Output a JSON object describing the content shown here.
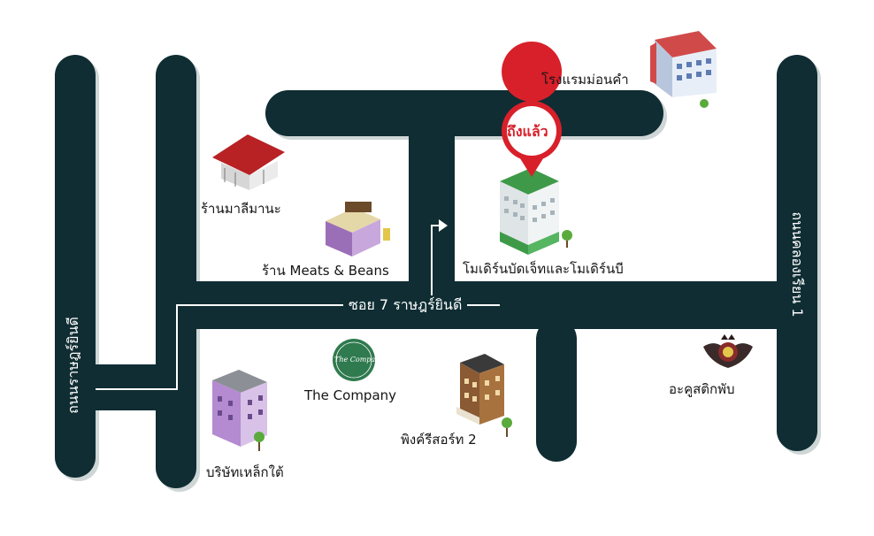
{
  "roads": {
    "soi": "ซอย 7 ราษฎร์ยินดี",
    "left_vertical": "ถนนราษฎร์ยินดี",
    "right_vertical": "ถนนคลองเรียน 1"
  },
  "destination": {
    "pin_label": "ถึงแล้ว",
    "name": "โมเดิร์นบัดเจ็ทและโมเดิร์นบี",
    "pin_color": "#d8202a"
  },
  "landmarks": {
    "hotel": "โรงแรมม่อนคำ",
    "malimana": "ร้านมาลีมานะ",
    "meats_beans": "ร้าน Meats & Beans",
    "the_company": "The Company",
    "the_company_logo": "The Company",
    "steel_company": "บริษัทเหล็กใต้",
    "pink_resort": "พิงค์รีสอร์ท 2",
    "pub": "อะคูสติกพับ"
  },
  "colors": {
    "road": "#0f2d33",
    "background": "#ffffff",
    "pin": "#d8202a"
  }
}
